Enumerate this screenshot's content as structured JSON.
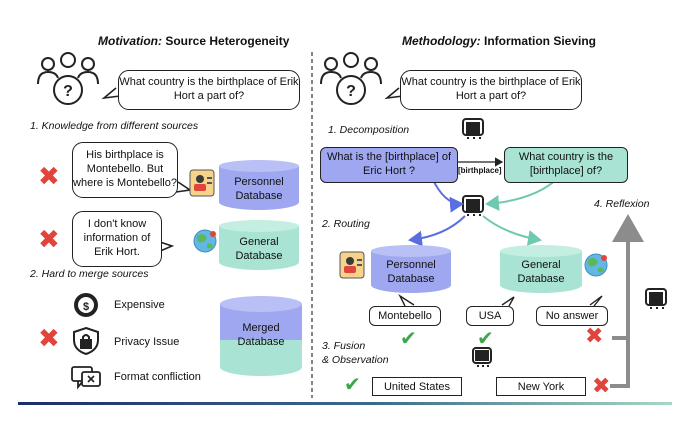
{
  "left": {
    "header_italic": "Motivation:",
    "header_rest": " Source Heterogeneity",
    "question": "What country is the birthplace of Erik Hort a part of?",
    "section1": "1. Knowledge from different sources",
    "bubble1": "His birthplace is Montebello. But where is Montebello?",
    "db1": "Personnel Database",
    "bubble2": "I don't know information of Erik Hort.",
    "db2": "General Database",
    "section2": "2. Hard to merge sources",
    "issues": [
      "Expensive",
      "Privacy Issue",
      "Format confliction"
    ],
    "db3": "Merged Database"
  },
  "right": {
    "header_italic": "Methodology:",
    "header_rest": " Information Sieving",
    "question": "What country is the birthplace of Erik Hort a part of?",
    "step1": "1. Decomposition",
    "sub_q1": "What is the [birthplace] of Eric Hort ?",
    "link_label": "[birthplace]",
    "sub_q2": "What country is the [birthplace] of?",
    "step2": "2. Routing",
    "step4": "4. Reflexion",
    "db1": "Personnel Database",
    "db2": "General Database",
    "answers": [
      "Montebello",
      "USA",
      "No answer"
    ],
    "step3a": "3. Fusion",
    "step3b": "& Observation",
    "final1": "United States",
    "final2": "New York"
  },
  "colors": {
    "blue_db": "#9ea7f0",
    "teal_db": "#a8e3d3",
    "divider": "#333333",
    "reflexion_arrow": "#8c8c8c",
    "cross": "#e0443a",
    "check": "#3da64a",
    "bottom_bar_start": "#1c2c6b",
    "bottom_bar_end": "#a8d8c2"
  }
}
